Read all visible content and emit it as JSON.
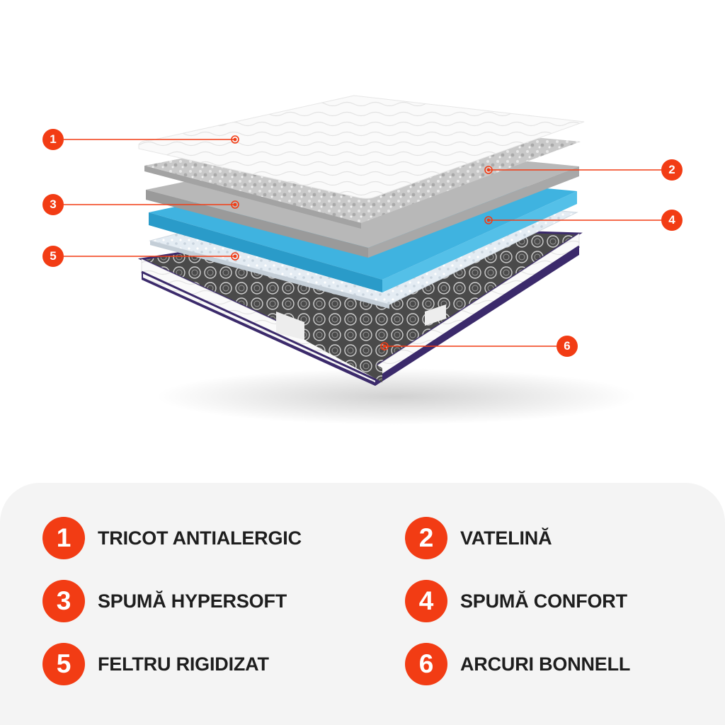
{
  "colors": {
    "accent": "#f23c14",
    "panel": "#f4f4f4",
    "text": "#1e1e1e",
    "foam_blue": "#3fb3e0",
    "piping": "#3b2a6b"
  },
  "layers": [
    {
      "number": "1",
      "label": "TRICOT ANTIALERGIC"
    },
    {
      "number": "2",
      "label": "VATELINĂ"
    },
    {
      "number": "3",
      "label": "SPUMĂ HYPERSOFT"
    },
    {
      "number": "4",
      "label": "SPUMĂ CONFORT"
    },
    {
      "number": "5",
      "label": "FELTRU RIGIDIZAT"
    },
    {
      "number": "6",
      "label": "ARCURI BONNELL"
    }
  ]
}
